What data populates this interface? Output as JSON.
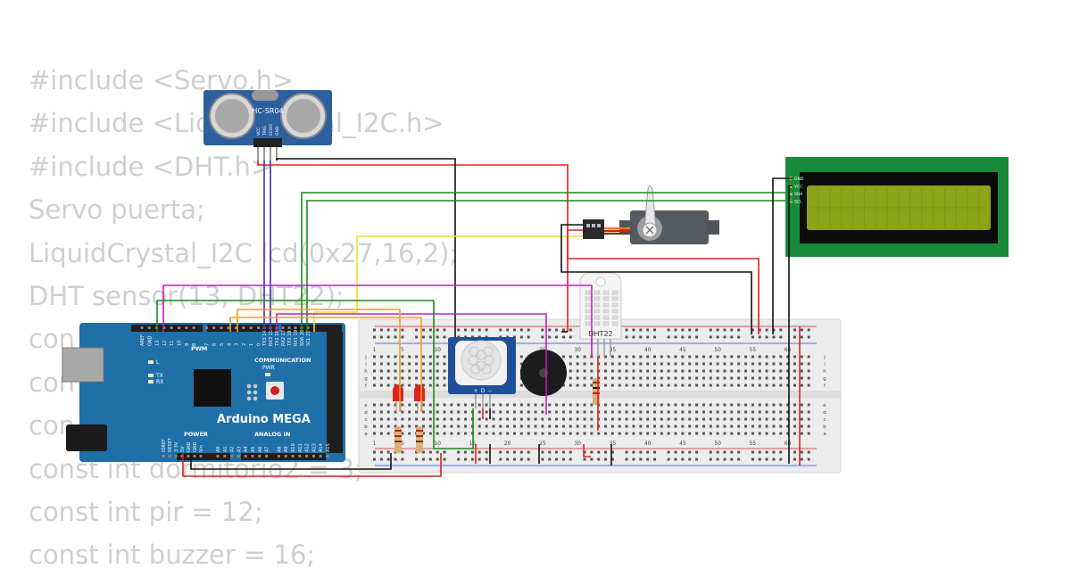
{
  "code_lines": [
    "#include <Servo.h>",
    "#include <LiquidCrystal_I2C.h>",
    "#include <DHT.h>",
    "Servo puerta;",
    "LiquidCrystal_I2C lcd(0x27,16,2);",
    "DHT sensor(13, DHT22);",
    "con",
    "con",
    "con",
    "const int dormitorio2 = 3;",
    "const int pir = 12;",
    "const int buzzer = 16;"
  ],
  "arduino": {
    "name": "Arduino MEGA",
    "pwm_label": "PWM",
    "communication_label": "COMMUNICATION",
    "power_label": "POWER",
    "analog_label": "ANALOG IN",
    "pwr_led_label": "PWR",
    "l_label": "L",
    "tx_label": "TX",
    "rx_label": "RX",
    "top_pins": [
      "AREF",
      "GND",
      "13",
      "12",
      "11",
      "10",
      "9",
      "8",
      "7",
      "6",
      "5",
      "4",
      "3",
      "2",
      "1",
      "0",
      "TX3 14",
      "RX3 15",
      "TX2 16",
      "RX2 17",
      "TX1 18",
      "RX1 19",
      "SDA 20",
      "SCL 21"
    ],
    "power_pins": [
      "IOREF",
      "RESET",
      "3.3V",
      "5V",
      "GND",
      "GND",
      "Vin"
    ],
    "analog_pins": [
      "A0",
      "A1",
      "A2",
      "A3",
      "A4",
      "A5",
      "A6",
      "A7",
      "A8",
      "A9",
      "A10",
      "A11",
      "A12",
      "A13",
      "A14",
      "A15"
    ]
  },
  "ultrasonic": {
    "label": "HC-SR04",
    "pins": [
      "VCC",
      "TRIG",
      "ECHO",
      "GND"
    ]
  },
  "dht": {
    "label": "DHT22"
  },
  "lcd": {
    "pins": [
      "GND",
      "VCC",
      "SDA",
      "SCL"
    ],
    "bg_color": "#178a3a",
    "screen_color": "#8ba41a"
  },
  "pir": {
    "pins": [
      "+",
      "D",
      "−"
    ]
  },
  "breadboard": {
    "column_numbers": [
      "1",
      "5",
      "10",
      "15",
      "20",
      "25",
      "30",
      "35",
      "40",
      "45",
      "50",
      "55",
      "60"
    ],
    "row_letters_top": [
      "j",
      "i",
      "h",
      "g",
      "f"
    ],
    "row_letters_bottom": [
      "e",
      "d",
      "c",
      "b",
      "a"
    ]
  },
  "colors": {
    "red": "#e02020",
    "black": "#111111",
    "green": "#1a8a1a",
    "purple": "#4a2bb0",
    "magenta": "#c020c0",
    "yellow": "#f0e020",
    "orange": "#f0a020",
    "board_blue": "#1f6fa8"
  }
}
